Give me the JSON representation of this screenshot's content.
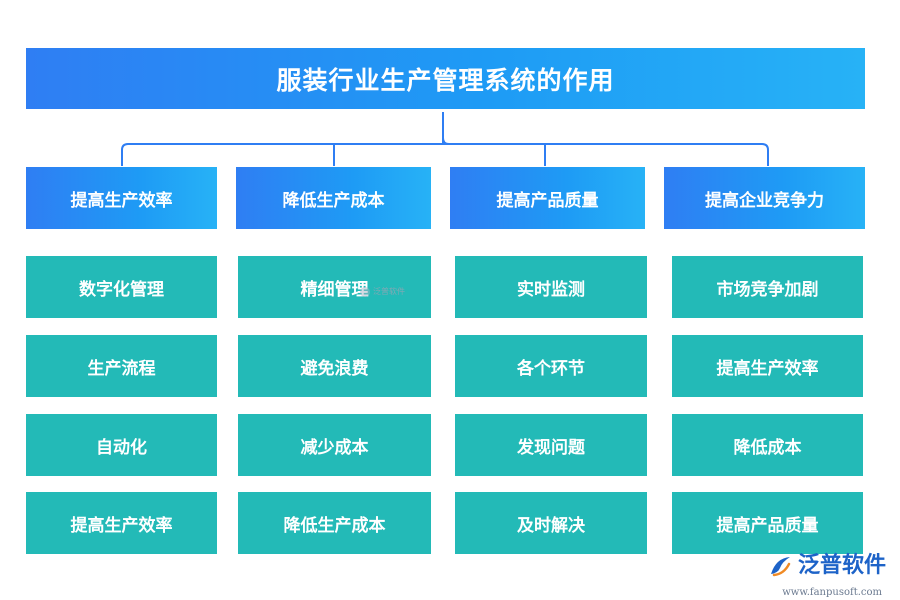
{
  "title": "服装行业生产管理系统的作用",
  "columns": [
    {
      "header": "提高生产效率",
      "items": [
        "数字化管理",
        "生产流程",
        "自动化",
        "提高生产效率"
      ]
    },
    {
      "header": "降低生产成本",
      "items": [
        "精细管理",
        "避免浪费",
        "减少成本",
        "降低生产成本"
      ]
    },
    {
      "header": "提高产品质量",
      "items": [
        "实时监测",
        "各个环节",
        "发现问题",
        "及时解决"
      ]
    },
    {
      "header": "提高企业竞争力",
      "items": [
        "市场竞争加剧",
        "提高生产效率",
        "降低成本",
        "提高产品质量"
      ]
    }
  ],
  "watermark": "泛普软件",
  "logo": {
    "name": "泛普软件",
    "url": "www.fanpusoft.com",
    "icon": "fanpu-logo-icon"
  },
  "colors": {
    "blue_start": "#2f7ef3",
    "blue_end": "#27b2f6",
    "teal": "#23bab7",
    "line": "#2f7ef3",
    "logo": "#1d63c8"
  }
}
